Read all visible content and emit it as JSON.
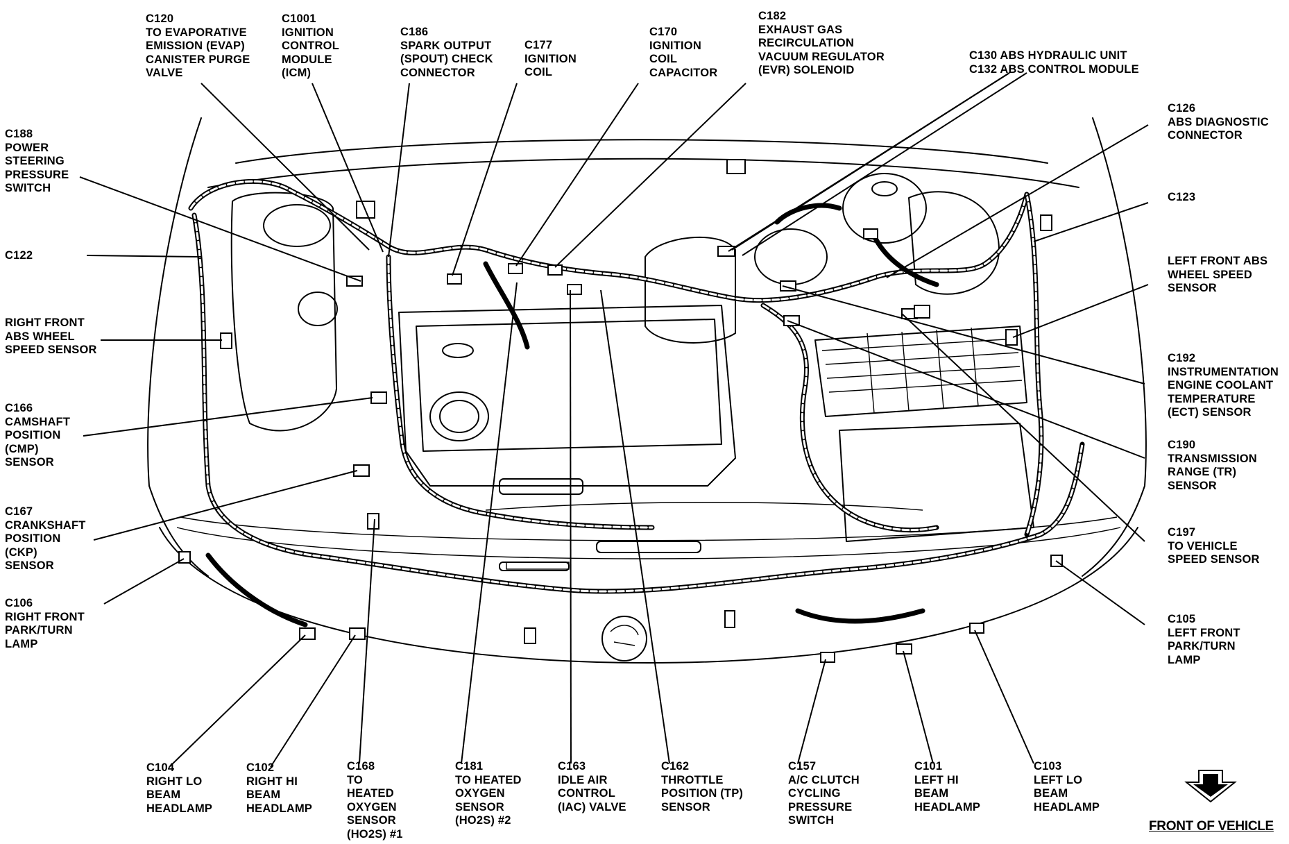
{
  "diagram": {
    "front_label": "FRONT OF VEHICLE",
    "labels": [
      {
        "id": "c120",
        "lines": [
          "C120",
          "TO EVAPORATIVE",
          "EMISSION (EVAP)",
          "CANISTER PURGE",
          "VALVE"
        ]
      },
      {
        "id": "c1001",
        "lines": [
          "C1001",
          "IGNITION",
          "CONTROL",
          "MODULE",
          "(ICM)"
        ]
      },
      {
        "id": "c186",
        "lines": [
          "C186",
          "SPARK OUTPUT",
          "(SPOUT) CHECK",
          "CONNECTOR"
        ]
      },
      {
        "id": "c177",
        "lines": [
          "C177",
          "IGNITION",
          "COIL"
        ]
      },
      {
        "id": "c170",
        "lines": [
          "C170",
          "IGNITION",
          "COIL",
          "CAPACITOR"
        ]
      },
      {
        "id": "c182",
        "lines": [
          "C182",
          "EXHAUST GAS",
          "RECIRCULATION",
          "VACUUM REGULATOR",
          "(EVR) SOLENOID"
        ]
      },
      {
        "id": "c130",
        "lines": [
          "C130 ABS HYDRAULIC UNIT",
          "C132 ABS CONTROL MODULE"
        ]
      },
      {
        "id": "c188",
        "lines": [
          "C188",
          "POWER",
          "STEERING",
          "PRESSURE",
          "SWITCH"
        ]
      },
      {
        "id": "c122",
        "lines": [
          "C122"
        ]
      },
      {
        "id": "rfabs",
        "lines": [
          "RIGHT FRONT",
          "ABS WHEEL",
          "SPEED SENSOR"
        ]
      },
      {
        "id": "c166",
        "lines": [
          "C166",
          "CAMSHAFT",
          "POSITION",
          "(CMP)",
          "SENSOR"
        ]
      },
      {
        "id": "c167",
        "lines": [
          "C167",
          "CRANKSHAFT",
          "POSITION",
          "(CKP)",
          "SENSOR"
        ]
      },
      {
        "id": "c106",
        "lines": [
          "C106",
          "RIGHT FRONT",
          "PARK/TURN",
          "LAMP"
        ]
      },
      {
        "id": "c126",
        "lines": [
          "C126",
          "ABS DIAGNOSTIC",
          "CONNECTOR"
        ]
      },
      {
        "id": "c123",
        "lines": [
          "C123"
        ]
      },
      {
        "id": "lfabs",
        "lines": [
          "LEFT FRONT ABS",
          "WHEEL SPEED",
          "SENSOR"
        ]
      },
      {
        "id": "c192",
        "lines": [
          "C192",
          "INSTRUMENTATION",
          "ENGINE COOLANT",
          "TEMPERATURE",
          "(ECT) SENSOR"
        ]
      },
      {
        "id": "c190",
        "lines": [
          "C190",
          "TRANSMISSION",
          "RANGE (TR)",
          "SENSOR"
        ]
      },
      {
        "id": "c197",
        "lines": [
          "C197",
          "TO VEHICLE",
          "SPEED SENSOR"
        ]
      },
      {
        "id": "c105",
        "lines": [
          "C105",
          "LEFT FRONT",
          "PARK/TURN",
          "LAMP"
        ]
      },
      {
        "id": "c104",
        "lines": [
          "C104",
          "RIGHT LO",
          "BEAM",
          "HEADLAMP"
        ]
      },
      {
        "id": "c102",
        "lines": [
          "C102",
          "RIGHT HI",
          "BEAM",
          "HEADLAMP"
        ]
      },
      {
        "id": "c168",
        "lines": [
          "C168",
          "TO",
          "HEATED",
          "OXYGEN",
          "SENSOR",
          "(HO2S) #1"
        ]
      },
      {
        "id": "c181",
        "lines": [
          "C181",
          "TO HEATED",
          "OXYGEN",
          "SENSOR",
          "(HO2S) #2"
        ]
      },
      {
        "id": "c163",
        "lines": [
          "C163",
          "IDLE AIR",
          "CONTROL",
          "(IAC) VALVE"
        ]
      },
      {
        "id": "c162",
        "lines": [
          "C162",
          "THROTTLE",
          "POSITION (TP)",
          "SENSOR"
        ]
      },
      {
        "id": "c157",
        "lines": [
          "C157",
          "A/C CLUTCH",
          "CYCLING",
          "PRESSURE",
          "SWITCH"
        ]
      },
      {
        "id": "c101",
        "lines": [
          "C101",
          "LEFT HI",
          "BEAM",
          "HEADLAMP"
        ]
      },
      {
        "id": "c103",
        "lines": [
          "C103",
          "LEFT LO",
          "BEAM",
          "HEADLAMP"
        ]
      }
    ]
  }
}
